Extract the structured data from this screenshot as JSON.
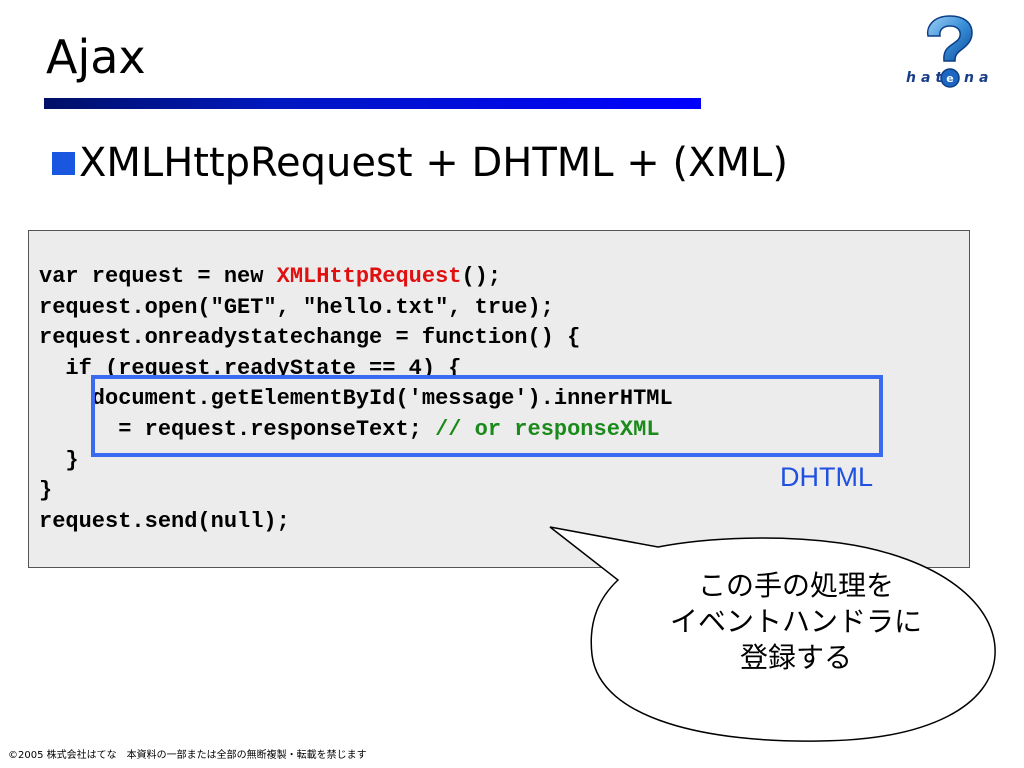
{
  "slide": {
    "title": "Ajax",
    "bullet": "XMLHttpRequest + DHTML + (XML)"
  },
  "logo": {
    "text": "hatena"
  },
  "code": {
    "lines": [
      {
        "segments": [
          {
            "text": "var request = new ",
            "style": "plain"
          },
          {
            "text": "XMLHttpRequest",
            "style": "red"
          },
          {
            "text": "();",
            "style": "plain"
          }
        ]
      },
      {
        "segments": [
          {
            "text": "request.open(\"GET\", \"hello.txt\", true);",
            "style": "plain"
          }
        ]
      },
      {
        "segments": [
          {
            "text": "request.onreadystatechange = function() {",
            "style": "plain"
          }
        ]
      },
      {
        "segments": [
          {
            "text": "  if (request.readyState == 4) {",
            "style": "plain"
          }
        ]
      },
      {
        "segments": [
          {
            "text": "    document.getElementById('message').innerHTML",
            "style": "plain"
          }
        ]
      },
      {
        "segments": [
          {
            "text": "      = request.responseText; ",
            "style": "plain"
          },
          {
            "text": "// or responseXML",
            "style": "green"
          }
        ]
      },
      {
        "segments": [
          {
            "text": "  }",
            "style": "plain"
          }
        ]
      },
      {
        "segments": [
          {
            "text": "}",
            "style": "plain"
          }
        ]
      },
      {
        "segments": [
          {
            "text": "request.send(null);",
            "style": "plain"
          }
        ]
      }
    ]
  },
  "annotation": {
    "highlight_label": "DHTML"
  },
  "callout": {
    "lines": [
      "この手の処理を",
      "イベントハンドラに",
      "登録する"
    ]
  },
  "footer": {
    "copyright": "©2005 株式会社はてな　本資料の一部または全部の無断複製・転載を禁じます"
  },
  "colors": {
    "accent_blue": "#1a57e0",
    "keyword_red": "#e01010",
    "comment_green": "#1a8a1a",
    "highlight_blue": "#3a6af0"
  }
}
